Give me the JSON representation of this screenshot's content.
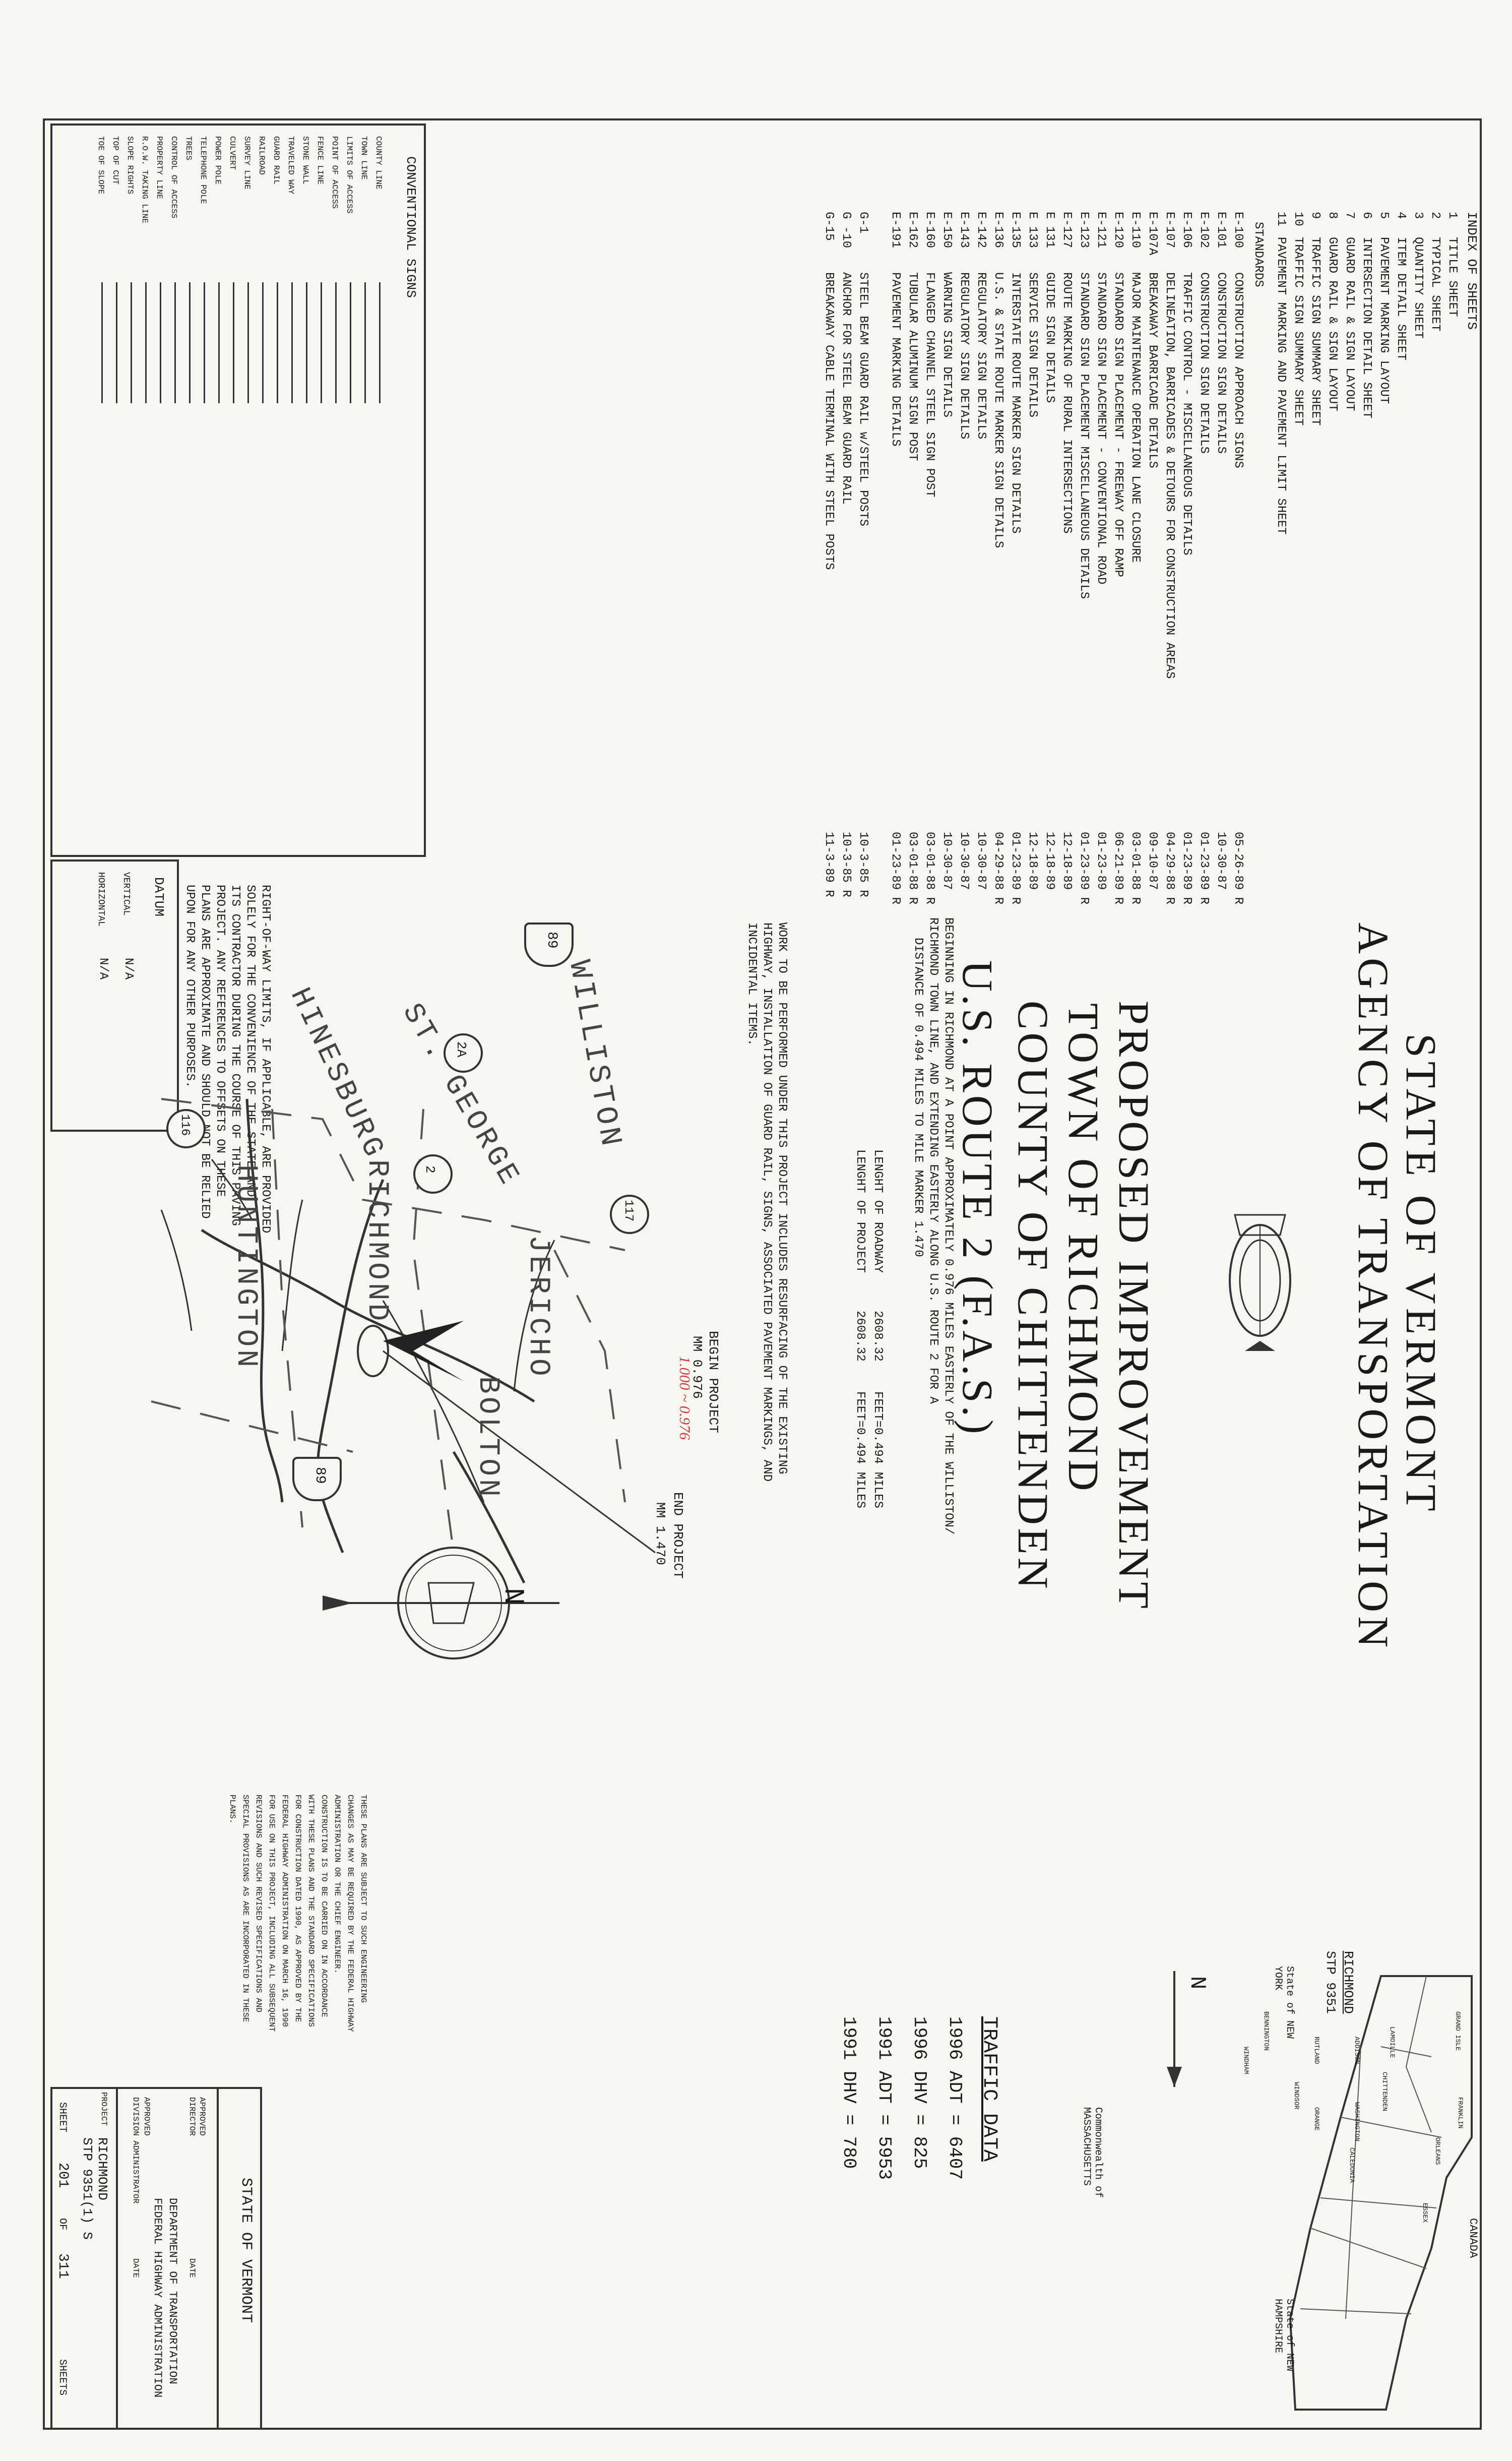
{
  "title": {
    "state": "STATE OF VERMONT",
    "agency": "AGENCY OF TRANSPORTATION",
    "proposed": "PROPOSED IMPROVEMENT",
    "town": "TOWN OF RICHMOND",
    "county": "COUNTY OF CHITTENDEN",
    "route": "U.S. ROUTE 2 (F.A.S.)"
  },
  "description": {
    "line1": "BEGINNING IN RICHMOND AT A POINT APPROXIMATELY 0.976 MILES EASTERLY OF THE WILLISTON/",
    "line2": "RICHMOND TOWN LINE, AND EXTENDING EASTERLY ALONG U.S. ROUTE 2 FOR A",
    "line3": "DISTANCE OF 0.494 MILES TO MILE MARKER 1.470"
  },
  "lengths": {
    "roadway_label": "LENGHT OF ROADWAY",
    "roadway_feet": "2608.32",
    "roadway_miles": "FEET=0.494",
    "roadway_unit": "MILES",
    "project_label": "LENGHT OF PROJECT",
    "project_feet": "2608.32",
    "project_miles": "FEET=0.494",
    "project_unit": "MILES"
  },
  "work": {
    "line1": "WORK TO BE PERFORMED UNDER THIS PROJECT INCLUDES RESURFACING OF THE EXISTING",
    "line2": "HIGHWAY, INSTALLATION OF GUARD RAIL, SIGNS, ASSOCIATED PAVEMENT MARKINGS, AND",
    "line3": "INCIDENTAL ITEMS."
  },
  "index": {
    "title": "INDEX OF SHEETS",
    "sheets": [
      {
        "num": "1",
        "label": "TITLE SHEET"
      },
      {
        "num": "2",
        "label": "TYPICAL SHEET"
      },
      {
        "num": "3",
        "label": "QUANTITY SHEET"
      },
      {
        "num": "4",
        "label": "ITEM DETAIL SHEET"
      },
      {
        "num": "5",
        "label": "PAVEMENT MARKING LAYOUT"
      },
      {
        "num": "6",
        "label": "INTERSECTION DETAIL SHEET"
      },
      {
        "num": "7",
        "label": "GUARD RAIL & SIGN LAYOUT"
      },
      {
        "num": "8",
        "label": "GUARD RAIL & SIGN LAYOUT"
      },
      {
        "num": "9",
        "label": "TRAFFIC SIGN SUMMARY SHEET"
      },
      {
        "num": "10",
        "label": "TRAFFIC SIGN SUMMARY SHEET"
      },
      {
        "num": "11",
        "label": "PAVEMENT MARKING AND PAVEMENT LIMIT SHEET"
      }
    ],
    "standards_title": "STANDARDS",
    "standards": [
      {
        "code": "E-100",
        "label": "CONSTRUCTION APPROACH SIGNS",
        "date": "05-26-89 R"
      },
      {
        "code": "E-101",
        "label": "CONSTRUCTION SIGN DETAILS",
        "date": "10-30-87"
      },
      {
        "code": "E-102",
        "label": "CONSTRUCTION SIGN DETAILS",
        "date": "01-23-89 R"
      },
      {
        "code": "E-106",
        "label": "TRAFFIC CONTROL - MISCELLANEOUS DETAILS",
        "date": "01-23-89 R"
      },
      {
        "code": "E-107",
        "label": "DELINEATION, BARRICADES & DETOURS FOR CONSTRUCTION AREAS",
        "date": "04-29-88 R"
      },
      {
        "code": "E-107A",
        "label": "BREAKAWAY BARRICADE DETAILS",
        "date": "09-10-87"
      },
      {
        "code": "E-110",
        "label": "MAJOR MAINTENANCE OPERATION LANE CLOSURE",
        "date": "03-01-88 R"
      },
      {
        "code": "E-120",
        "label": "STANDARD SIGN PLACEMENT - FREEWAY OFF RAMP",
        "date": "06-21-89 R"
      },
      {
        "code": "E-121",
        "label": "STANDARD SIGN PLACEMENT - CONVENTIONAL ROAD",
        "date": "01-23-89"
      },
      {
        "code": "E-123",
        "label": "STANDARD SIGN PLACEMENT MISCELLANEOUS DETAILS",
        "date": "01-23-89 R"
      },
      {
        "code": "E-127",
        "label": "ROUTE MARKING OF RURAL INTERSECTIONS",
        "date": "12-18-89"
      },
      {
        "code": "E 131",
        "label": "GUIDE SIGN DETAILS",
        "date": "12-18-89"
      },
      {
        "code": "E 133",
        "label": "SERVICE SIGN DETAILS",
        "date": "12-18-89"
      },
      {
        "code": "E-135",
        "label": "INTERSTATE ROUTE MARKER SIGN DETAILS",
        "date": "01-23-89 R"
      },
      {
        "code": "E-136",
        "label": "U.S. & STATE ROUTE MARKER SIGN DETAILS",
        "date": "04-29-88 R"
      },
      {
        "code": "E-142",
        "label": "REGULATORY SIGN DETAILS",
        "date": "10-30-87"
      },
      {
        "code": "E-143",
        "label": "REGULATORY SIGN DETAILS",
        "date": "10-30-87"
      },
      {
        "code": "E-150",
        "label": "WARNING SIGN DETAILS",
        "date": "10-30-87"
      },
      {
        "code": "E-160",
        "label": "FLANGED CHANNEL STEEL SIGN POST",
        "date": "03-01-88 R"
      },
      {
        "code": "E-162",
        "label": "TUBULAR ALUMINUM SIGN POST",
        "date": "03-01-88 R"
      },
      {
        "code": "E-191",
        "label": "PAVEMENT MARKING DETAILS",
        "date": "01-23-89 R"
      },
      {
        "code": "G-1",
        "label": "STEEL BEAM GUARD RAIL w/STEEL POSTS",
        "date": "10-3-85 R"
      },
      {
        "code": "G -10",
        "label": "ANCHOR FOR STEEL BEAM GUARD RAIL",
        "date": "10-3-85 R"
      },
      {
        "code": "G-15",
        "label": "BREAKAWAY CABLE TERMINAL WITH STEEL POSTS",
        "date": "11-3-89 R"
      }
    ]
  },
  "conventional_signs": {
    "title": "CONVENTIONAL SIGNS",
    "items": [
      "COUNTY LINE",
      "TOWN LINE",
      "LIMITS OF ACCESS",
      "POINT OF ACCESS",
      "FENCE LINE",
      "STONE WALL",
      "TRAVELED WAY",
      "GUARD RAIL",
      "RAILROAD",
      "SURVEY LINE",
      "CULVERT",
      "POWER POLE",
      "TELEPHONE POLE",
      "TREES",
      "CONTROL OF ACCESS",
      "PROPERTY LINE",
      "R.O.W. TAKING LINE",
      "SLOPE RIGHTS",
      "TOP OF CUT",
      "TOE OF SLOPE"
    ]
  },
  "row_note": {
    "line1": "RIGHT-OF-WAY LIMITS, IF APPLICABLE, ARE PROVIDED",
    "line2": "SOLELY FOR THE CONVENIENCE OF THE STATE AND",
    "line3": "ITS CONTRACTOR DURING THE COURSE OF THIS PAVING",
    "line4": "PROJECT. ANY REFERENCES TO OFFSETS ON THESE",
    "line5": "PLANS ARE APPROXIMATE AND SHOULD NOT BE RELIED",
    "line6": "UPON FOR ANY OTHER PURPOSES."
  },
  "datum": {
    "title": "DATUM",
    "vertical_label": "VERTICAL",
    "vertical_value": "N/A",
    "horizontal_label": "HORIZONTAL",
    "horizontal_value": "N/A"
  },
  "location_map": {
    "towns": [
      "WILLISTON",
      "ST. GEORGE",
      "HINESBURG",
      "RICHMOND",
      "HUNTINGTON",
      "JERICHO",
      "BOLTON"
    ],
    "routes": [
      "89",
      "2A",
      "2",
      "116",
      "117",
      "89"
    ],
    "begin_project": "BEGIN PROJECT",
    "begin_mm": "MM 0.976",
    "handwritten": "1.000 ~ 0.976",
    "end_project": "END PROJECT",
    "end_mm": "MM 1.470",
    "north": "N"
  },
  "state_map": {
    "canada": "CANADA",
    "new_york": "State of NEW YORK",
    "new_hampshire": "State of NEW HAMPSHIRE",
    "massachusetts": "Commonwealth of MASSACHUSETTS",
    "north": "N",
    "counties": [
      "GRAND ISLE",
      "FRANKLIN",
      "ORLEANS",
      "ESSEX",
      "LAMOILLE",
      "CHITTENDEN",
      "ADDISON",
      "WASHINGTON",
      "CALEDONIA",
      "ORANGE",
      "RUTLAND",
      "WINDSOR",
      "BENNINGTON",
      "WINDHAM"
    ]
  },
  "project_id": {
    "name": "RICHMOND",
    "number": "STP 9351"
  },
  "traffic": {
    "title": "TRAFFIC DATA",
    "adt1996": "1996 ADT = 6407",
    "dhv1996": "1996 DHV = 825",
    "adt1991": "1991 ADT = 5953",
    "dhv1991": "1991 DHV = 780"
  },
  "spec_note": {
    "line1": "THESE PLANS ARE SUBJECT TO SUCH ENGINEERING",
    "line2": "CHANGES AS MAY BE REQUIRED BY THE FEDERAL HIGHWAY",
    "line3": "ADMINISTRATION OR THE CHIEF ENGINEER.",
    "line4": "CONSTRUCTION IS TO BE CARRIED ON IN ACCORDANCE",
    "line5": "WITH THESE PLANS AND THE STANDARD SPECIFICATIONS",
    "line6": "FOR CONSTRUCTION DATED 1990, AS APPROVED BY THE",
    "line7": "FEDERAL HIGHWAY ADMINISTRATION ON MARCH 16, 1990",
    "line8": "FOR USE ON THIS PROJECT, INCLUDING ALL SUBSEQUENT",
    "line9": "REVISIONS AND SUCH REVISED SPECIFICATIONS AND",
    "line10": "SPECIAL PROVISIONS AS ARE INCORPORATED IN THESE",
    "line11": "PLANS."
  },
  "title_block": {
    "state": "STATE OF VERMONT",
    "approved": "APPROVED",
    "director": "DIRECTOR",
    "date": "DATE",
    "dept": "DEPARTMENT OF TRANSPORTATION",
    "fhwa": "FEDERAL HIGHWAY ADMINISTRATION",
    "approved2": "APPROVED",
    "division": "DIVISION ADMINISTRATOR",
    "date2": "DATE",
    "project_label": "PROJECT",
    "project_name": "RICHMOND",
    "project_number": "STP 9351(1) S",
    "sheet_label": "SHEET",
    "sheet_num": "201",
    "of_label": "OF",
    "sheet_total": "311",
    "sheets_label": "SHEETS"
  }
}
